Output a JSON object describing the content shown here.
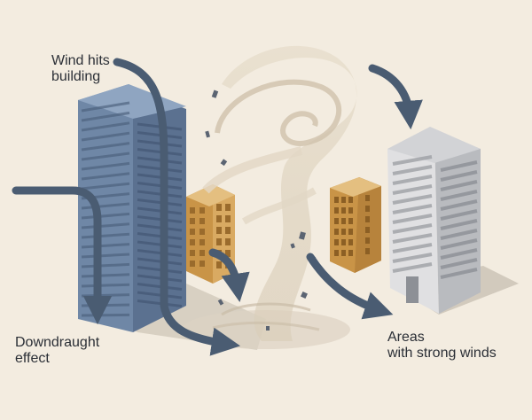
{
  "labels": {
    "wind_hits_building": "Wind hits\nbuilding",
    "downdraught_effect": "Downdraught\neffect",
    "areas_strong_winds": "Areas\nwith strong winds"
  },
  "icons": [
    "wind-arrow-icon",
    "tornado-vortex-icon",
    "debris-icon"
  ],
  "colors": {
    "background": "#f3ece0",
    "arrow": "#4a5c72",
    "tall_building": "#6f87a6",
    "tall_building_side": "#5b7190",
    "mid_building": "#d5a55c",
    "right_building": "#d9d9da",
    "vortex": "#e6dccb",
    "shadow": "#cfc6b8"
  }
}
